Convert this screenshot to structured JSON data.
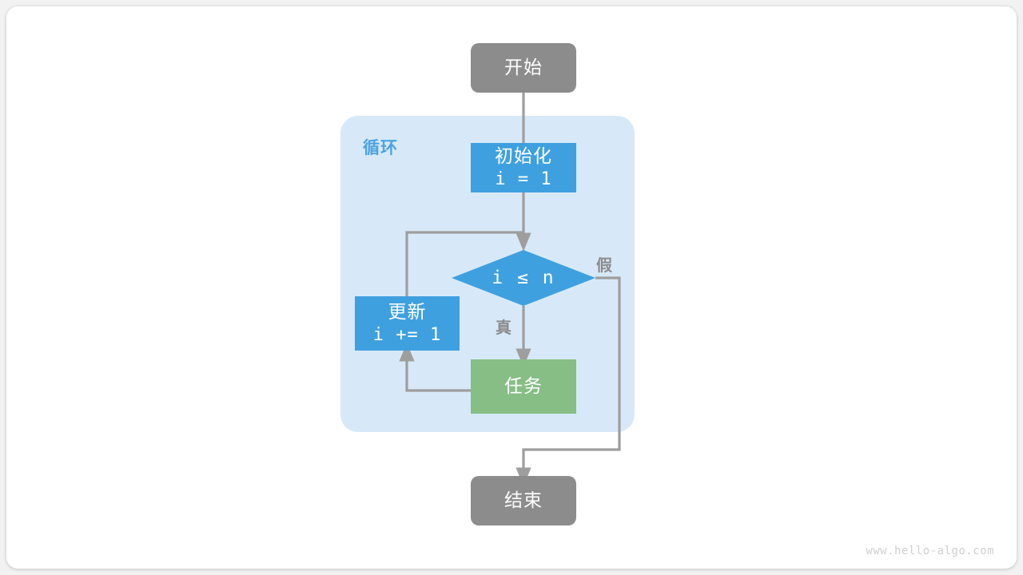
{
  "diagram": {
    "title": "for-loop-flowchart",
    "watermark": "www.hello-algo.com",
    "colors": {
      "terminal": "#8c8c8c",
      "process": "#3fa0e0",
      "task": "#86be86",
      "loop_container": "#d7e9f8",
      "loop_label": "#4ba3e3",
      "edge": "#9e9e9e",
      "canvas": "#ffffff"
    },
    "loop_container": {
      "label": "循环"
    },
    "nodes": [
      {
        "id": "start",
        "shape": "terminal",
        "label": "开始",
        "code": ""
      },
      {
        "id": "init",
        "shape": "process",
        "label": "初始化",
        "code": "i = 1"
      },
      {
        "id": "cond",
        "shape": "diamond",
        "label": "",
        "code": "i ≤ n"
      },
      {
        "id": "update",
        "shape": "process",
        "label": "更新",
        "code": "i += 1"
      },
      {
        "id": "task",
        "shape": "task",
        "label": "任务",
        "code": ""
      },
      {
        "id": "end",
        "shape": "terminal",
        "label": "结束",
        "code": ""
      }
    ],
    "edge_labels": [
      {
        "id": "true-label",
        "text": "真"
      },
      {
        "id": "false-label",
        "text": "假"
      }
    ]
  }
}
